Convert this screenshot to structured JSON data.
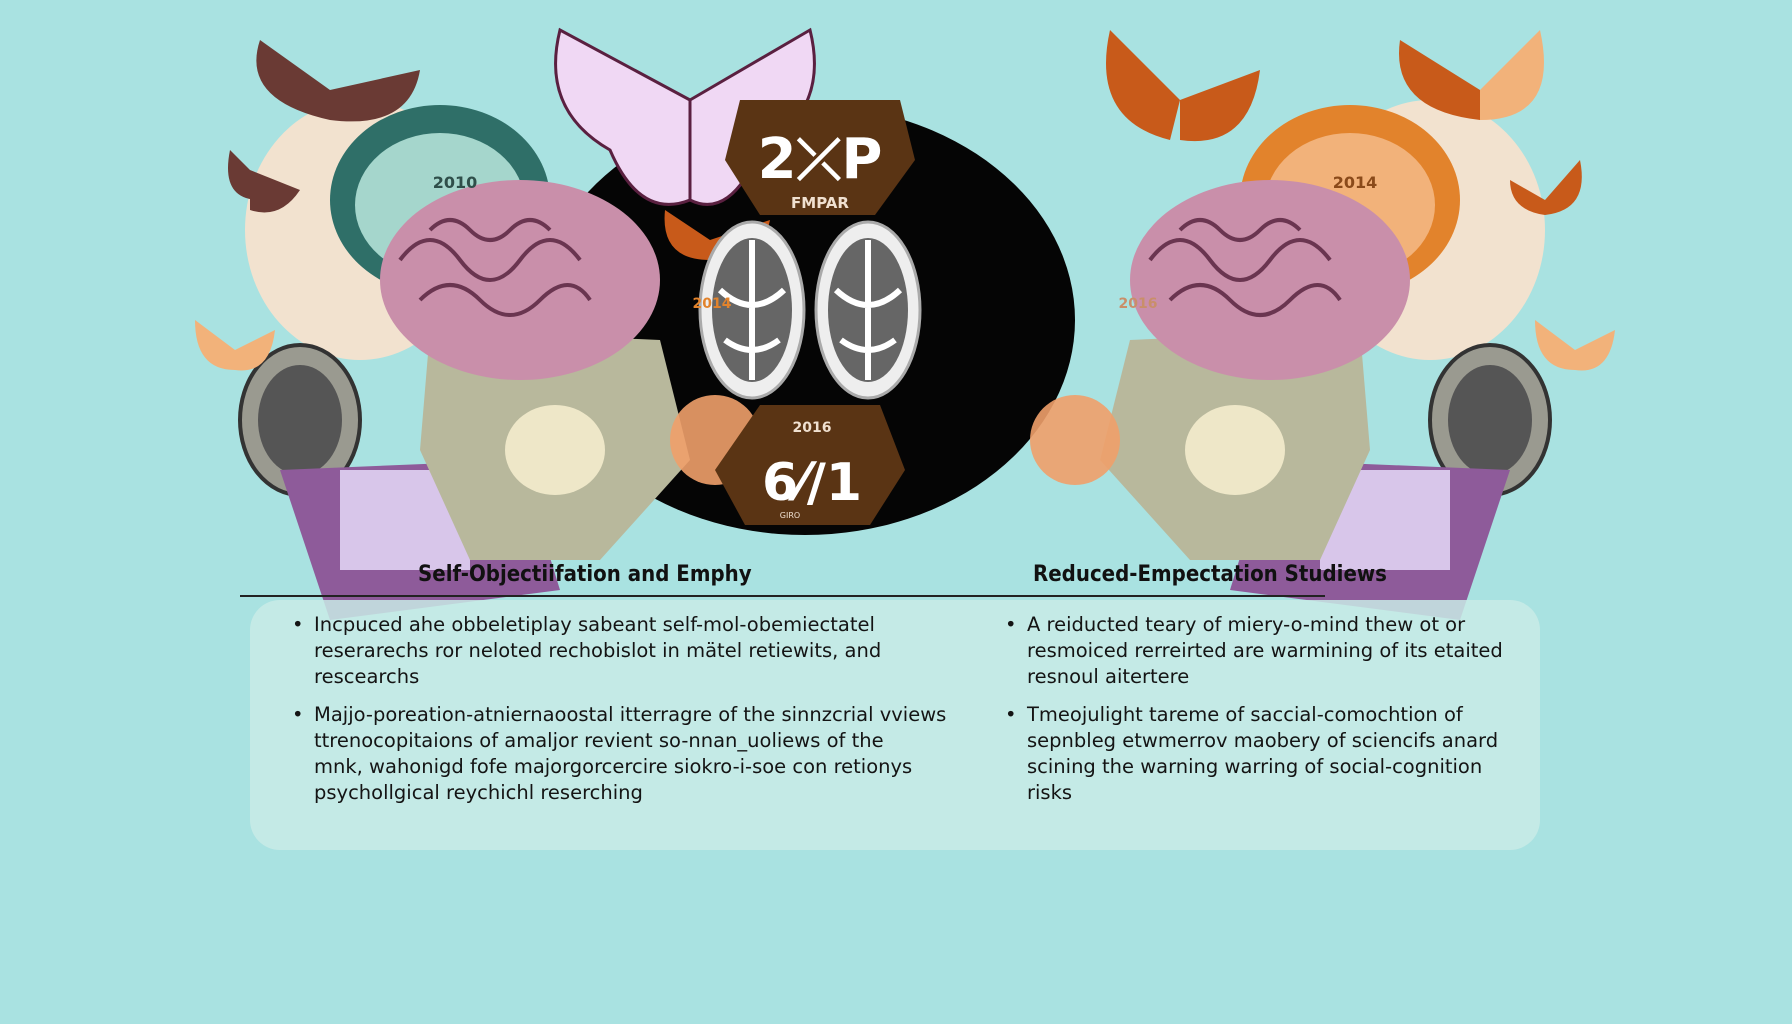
{
  "illustration": {
    "top_badge": {
      "symbol": "2⤫P",
      "label": "FMPAR"
    },
    "bottom_badge": {
      "year": "2016",
      "symbol": "6⁄/1",
      "label": "GIRO"
    },
    "left_year": "2014",
    "right_year": "2016",
    "left_circle_year": "2010",
    "right_circle_year": "2014"
  },
  "left_column": {
    "heading": "Self-Objectiifation and Emphy",
    "bullets": [
      {
        "lines": [
          "Incpuced ahe obbeletiplay sabeant self-mol-obemiectatel",
          "reserarechs ror neloted rechobislot in mätel retiewits, and",
          "rescearchs"
        ]
      },
      {
        "lines": [
          "Majjo-poreation-atniernaoostal itterragre of the sinnzcrial vviews",
          "ttrenocopitaions of amaljor revient so-nnan_uoliews  of the",
          "mnk, wahonigd fofe majorgorcercire siokro-i-soe con retionys",
          "psychollgical reychichl reserching"
        ]
      }
    ]
  },
  "right_column": {
    "heading": "Reduced-Empectation Studiews",
    "bullets": [
      {
        "lines": [
          "A reiducted teary of miery-o-mind thew ot or",
          "resmoiced rerreirted  are warmining of its etaited",
          "resnoul aitertere"
        ]
      },
      {
        "lines": [
          "Tmeojulight tareme of saccial-comochtion of",
          "sepnbleg etwmerrov maobery of sciencifs anard",
          "scining the warning warring of social-cognition",
          "risks"
        ]
      }
    ]
  },
  "colors": {
    "background": "#a9e2e1",
    "center": "#050505",
    "badge": "#5a3414",
    "brain": "#c98faa",
    "purple": "#8e5b9a",
    "orange": "#e2832c"
  }
}
